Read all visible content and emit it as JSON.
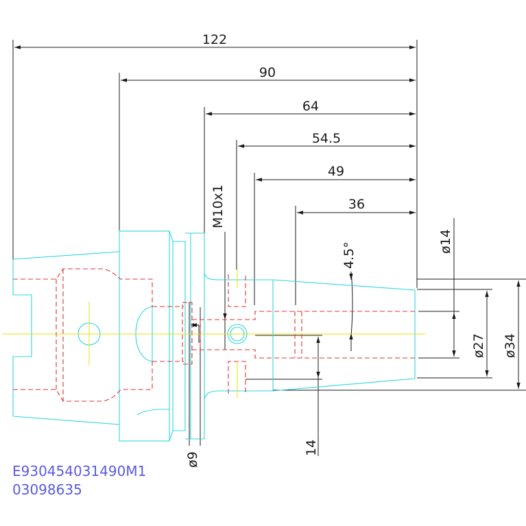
{
  "dimensions": {
    "length_122": "122",
    "length_90": "90",
    "length_64": "64",
    "length_54_5": "54.5",
    "length_49": "49",
    "length_36": "36",
    "thread": "M10x1",
    "angle": "4.5°",
    "dia_14": "ø14",
    "dia_27": "ø27",
    "dia_34": "ø34",
    "dia_9": "ø9",
    "length_14": "14"
  },
  "part_code": {
    "line1": "E930454031490M1",
    "line2": "03098635"
  },
  "colors": {
    "outline": "#2cd4e0",
    "hidden": "#e03030",
    "centerline": "#e8e000",
    "dimension": "#1a1a1a",
    "code_text": "#5a5ae0"
  }
}
